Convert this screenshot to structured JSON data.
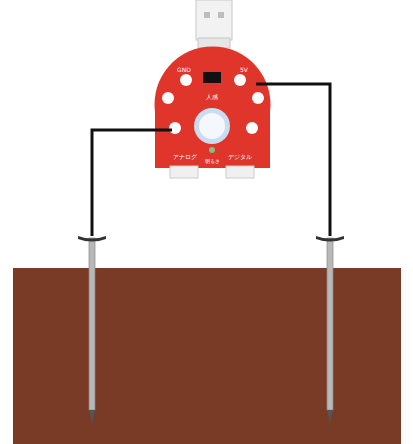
{
  "diagram": {
    "labels": [
      "GND",
      "5V",
      "人感",
      "アナログ",
      "デジタル",
      "明るさ"
    ]
  }
}
